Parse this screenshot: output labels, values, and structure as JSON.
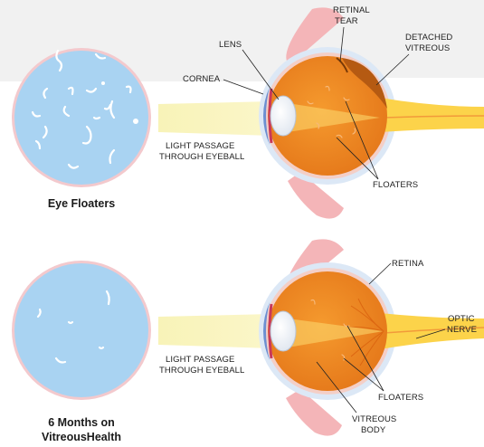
{
  "top": {
    "caption": "Eye Floaters",
    "labels": {
      "lens": "LENS",
      "cornea": "CORNEA",
      "retinal_tear_1": "RETINAL",
      "retinal_tear_2": "TEAR",
      "detached_1": "DETACHED",
      "detached_2": "VITREOUS",
      "light_1": "LIGHT PASSAGE",
      "light_2": "THROUGH EYEBALL",
      "floaters": "FLOATERS"
    }
  },
  "bottom": {
    "caption_1": "6 Months on",
    "caption_2": "VitreousHealth",
    "labels": {
      "retina": "RETINA",
      "optic_1": "OPTIC",
      "optic_2": "NERVE",
      "light_1": "LIGHT PASSAGE",
      "light_2": "THROUGH EYEBALL",
      "floaters": "FLOATERS",
      "vitreous_1": "VITREOUS",
      "vitreous_2": "BODY"
    }
  },
  "colors": {
    "background_top": "#f1f1f1",
    "view_circle": "#a9d3f2",
    "view_ring": "#f3c9cd",
    "eyeball": "#f08a1e",
    "eyeball_dark": "#d9600e",
    "optic_nerve": "#fcd34a",
    "light_beam": "#f8f3b8",
    "eyelid": "#f4b5b8",
    "retina_ring": "#f4cfc7",
    "lens": "#f5f8fc",
    "detached_region": "#b55a12"
  }
}
